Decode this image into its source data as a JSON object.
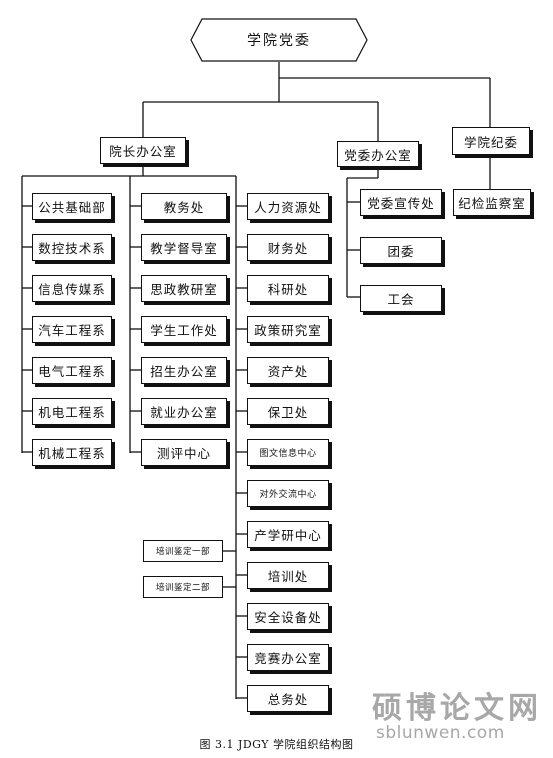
{
  "root": "学院党委",
  "level1": {
    "president_office": "院长办公室",
    "party_office": "党委办公室",
    "discipline_committee": "学院纪委"
  },
  "departments_col1": [
    "公共基础部",
    "数控技术系",
    "信息传媒系",
    "汽车工程系",
    "电气工程系",
    "机电工程系",
    "机械工程系"
  ],
  "departments_col2": [
    "教务处",
    "教学督导室",
    "思政教研室",
    "学生工作处",
    "招生办公室",
    "就业办公室",
    "测评中心"
  ],
  "departments_col3": [
    "人力资源处",
    "财务处",
    "科研处",
    "政策研究室",
    "资产处",
    "保卫处",
    "图文信息中心",
    "对外交流中心",
    "产学研中心",
    "培训处",
    "安全设备处",
    "竞赛办公室",
    "总务处"
  ],
  "training_units": [
    "培训鉴定一部",
    "培训鉴定二部"
  ],
  "party_subunits": [
    "党委宣传处",
    "团委",
    "工会"
  ],
  "discipline_subunits": [
    "纪检监察室"
  ],
  "caption": "图 3.1 JDGY 学院组织结构图",
  "watermark": {
    "cn": "硕博论文网",
    "en": "sblunwen.com"
  }
}
